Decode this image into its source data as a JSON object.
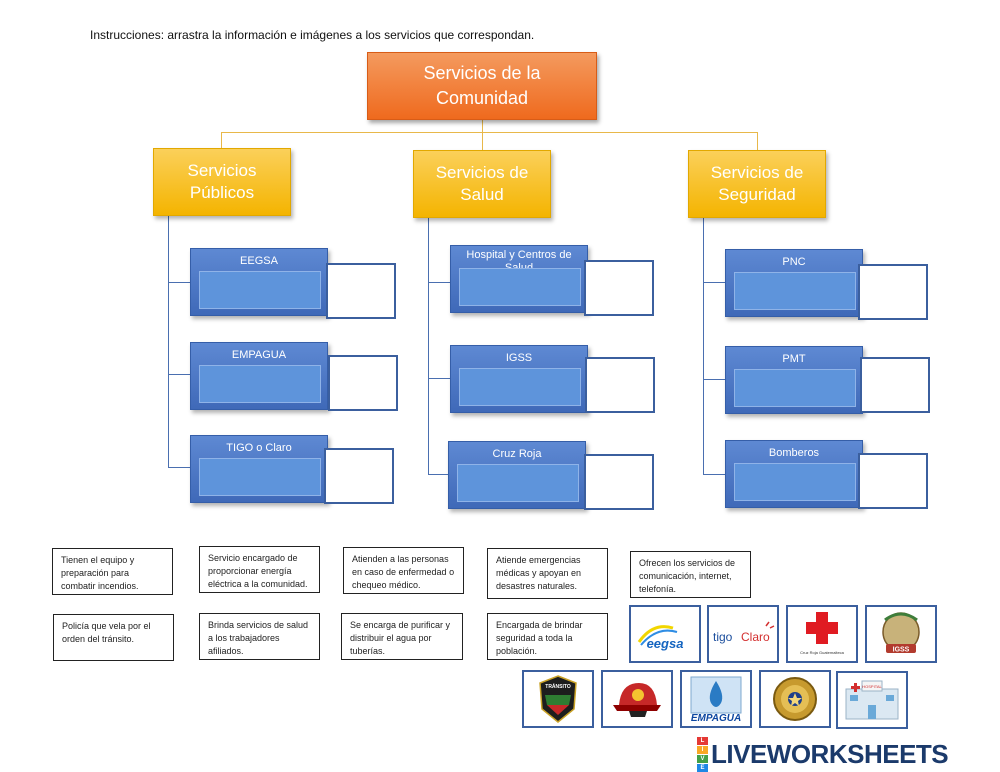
{
  "instructions": "Instrucciones: arrastra la información e imágenes a los servicios que correspondan.",
  "root": {
    "label": "Servicios de la Comunidad"
  },
  "categories": [
    {
      "label": "Servicios Públicos"
    },
    {
      "label": "Servicios de Salud"
    },
    {
      "label": "Servicios de Seguridad"
    }
  ],
  "services": {
    "publicos": [
      "EEGSA",
      "EMPAGUA",
      "TIGO o Claro"
    ],
    "salud": [
      "Hospital y Centros de Salud",
      "IGSS",
      "Cruz Roja"
    ],
    "seguridad": [
      "PNC",
      "PMT",
      "Bomberos"
    ]
  },
  "cards": [
    "Tienen el equipo y preparación para combatir incendios.",
    "Servicio encargado de proporcionar energía eléctrica a la comunidad.",
    "Atienden a las personas en caso de enfermedad o chequeo médico.",
    "Atiende emergencias médicas y apoyan en desastres naturales.",
    "Ofrecen los servicios de comunicación, internet, telefonía.",
    "Policía que vela por el orden del tránsito.",
    "Brinda servicios de salud a los trabajadores afiliados.",
    "Se encarga de purificar y distribuir el agua por tuberías.",
    "Encargada de brindar seguridad a toda la población."
  ],
  "logos": {
    "eegsa": "eegsa",
    "tigo_claro_a": "tigo",
    "tigo_claro_b": "Claro",
    "cruz_roja": "Cruz Roja Guatemalteca",
    "igss": "IGSS",
    "transito": "TRÁNSITO",
    "empagua": "EMPAGUA",
    "hospital": "HOSPITAL"
  },
  "brand": {
    "badge": [
      "L",
      "I",
      "V",
      "E"
    ],
    "text": "LIVEWORKSHEETS"
  },
  "colors": {
    "root": "#ef6a1e",
    "category": "#f4b400",
    "service": "#3f69b8",
    "drop_border": "#3b5f9e",
    "connector_top": "#e8b84a",
    "connector_side": "#4a6fb0",
    "brand_text": "#1b3a6b",
    "brand_badge": [
      "#e53935",
      "#f9a825",
      "#43a047",
      "#1e88e5"
    ]
  }
}
